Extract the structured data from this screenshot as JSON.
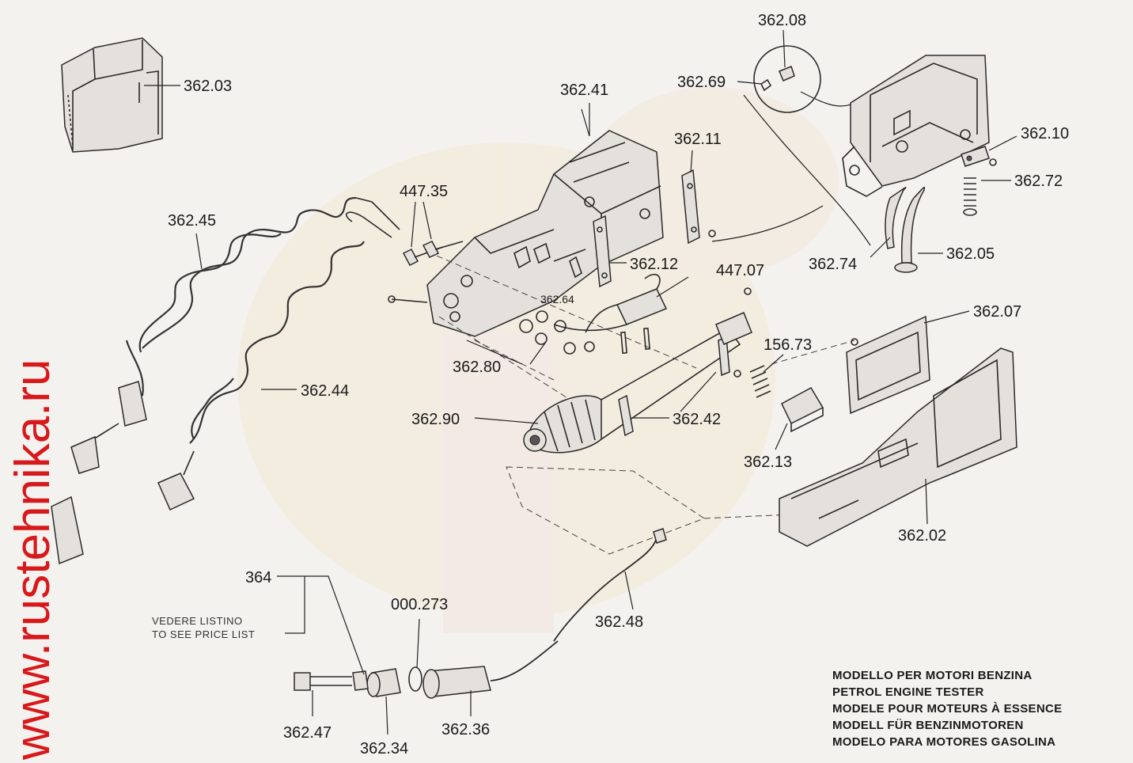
{
  "watermark": "www.rustehnika.ru",
  "labels": {
    "p36208": "362.08",
    "p36203": "362.03",
    "p36241": "362.41",
    "p36269": "362.69",
    "p36211": "362.11",
    "p36210": "362.10",
    "p36272": "362.72",
    "p44735": "447.35",
    "p36245": "362.45",
    "p36212": "362.12",
    "p44707": "447.07",
    "p36264": "362.64",
    "p36274": "362.74",
    "p36205": "362.05",
    "p36207": "362.07",
    "p15673": "156.73",
    "p36280": "362.80",
    "p36244": "362.44",
    "p36290": "362.90",
    "p36242": "362.42",
    "p36213": "362.13",
    "p36202": "362.02",
    "p364": "364",
    "p000273": "000.273",
    "p36248": "362.48",
    "p36247": "362.47",
    "p36234": "362.34",
    "p36236": "362.36"
  },
  "price_note": {
    "line1": "VEDERE LISTINO",
    "line2": "TO SEE PRICE LIST"
  },
  "model_titles": [
    "MODELLO PER MOTORI BENZINA",
    "PETROL ENGINE TESTER",
    "MODELE POUR MOTEURS À ESSENCE",
    "MODELL FÜR BENZINMOTOREN",
    "MODELO PARA MOTORES GASOLINA"
  ]
}
